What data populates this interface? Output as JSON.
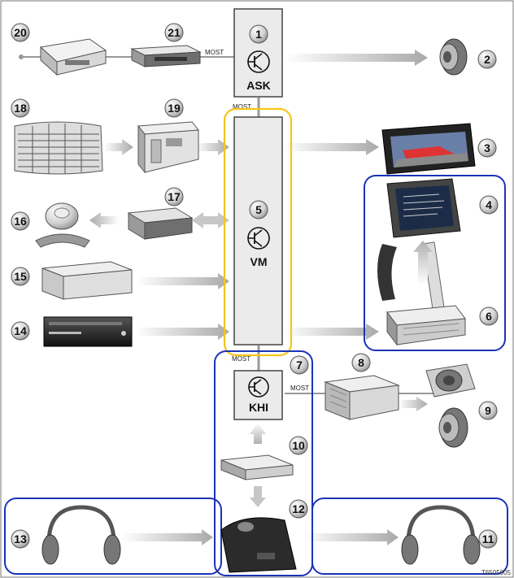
{
  "modules": {
    "ask": "ASK",
    "vm": "VM",
    "khi": "KHI"
  },
  "bus": {
    "most_ask_21": "MOST",
    "most_ask_vm": "MOST",
    "most_vm_khi": "MOST",
    "most_khi_8": "MOST"
  },
  "callouts": {
    "n1": "1",
    "n2": "2",
    "n3": "3",
    "n4": "4",
    "n5": "5",
    "n6": "6",
    "n7": "7",
    "n8": "8",
    "n9": "9",
    "n10": "10",
    "n11": "11",
    "n12": "12",
    "n13": "13",
    "n14": "14",
    "n15": "15",
    "n16": "16",
    "n17": "17",
    "n18": "18",
    "n19": "19",
    "n20": "20",
    "n21": "21"
  },
  "image_code": "T6505005",
  "colors": {
    "highlight_yellow": "#f5c518",
    "highlight_blue": "#1a33b8",
    "module_fill": "#e9e9e9",
    "arrow_gray": "#b8b8b8"
  }
}
